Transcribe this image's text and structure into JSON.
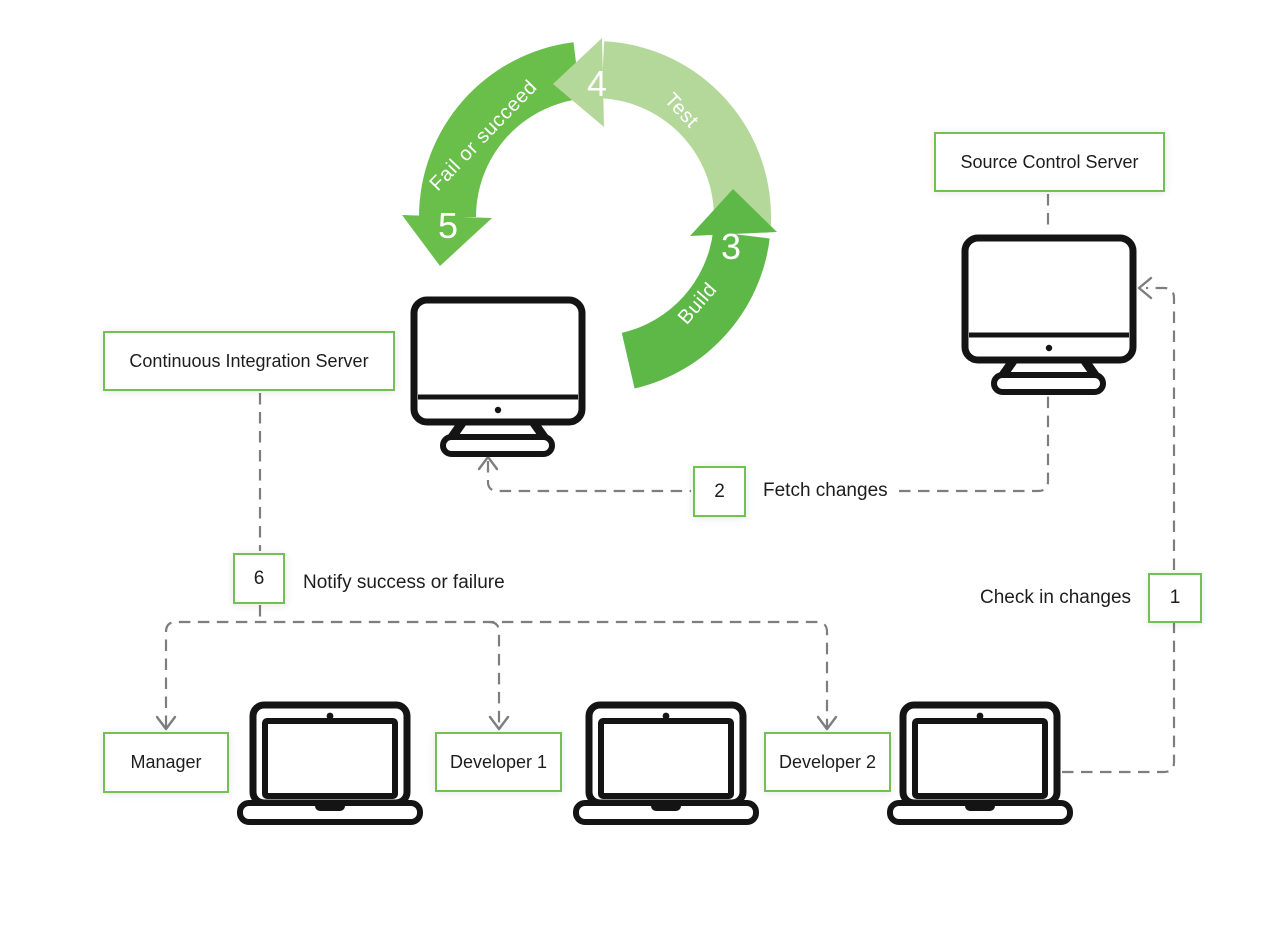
{
  "colors": {
    "arc_green": "#6abf4b",
    "arc_green_build": "#5eb848",
    "arc_green_light": "#b4d89a",
    "box_border_green": "#74c153",
    "connector_gray": "#7e7e7e",
    "icon_black": "#141414",
    "text_black": "#1d1d1d"
  },
  "cycle": {
    "steps": [
      {
        "number": "3",
        "label": "Build"
      },
      {
        "number": "4",
        "label": "Test"
      },
      {
        "number": "5",
        "label": "Fail or succeed"
      }
    ]
  },
  "servers": {
    "source_control": "Source Control Server",
    "continuous_integration": "Continuous Integration Server"
  },
  "clients": {
    "manager": "Manager",
    "developer_1": "Developer 1",
    "developer_2": "Developer 2"
  },
  "flows": [
    {
      "step": "1",
      "label": "Check in changes"
    },
    {
      "step": "2",
      "label": "Fetch changes"
    },
    {
      "step": "6",
      "label": "Notify success or failure"
    }
  ]
}
